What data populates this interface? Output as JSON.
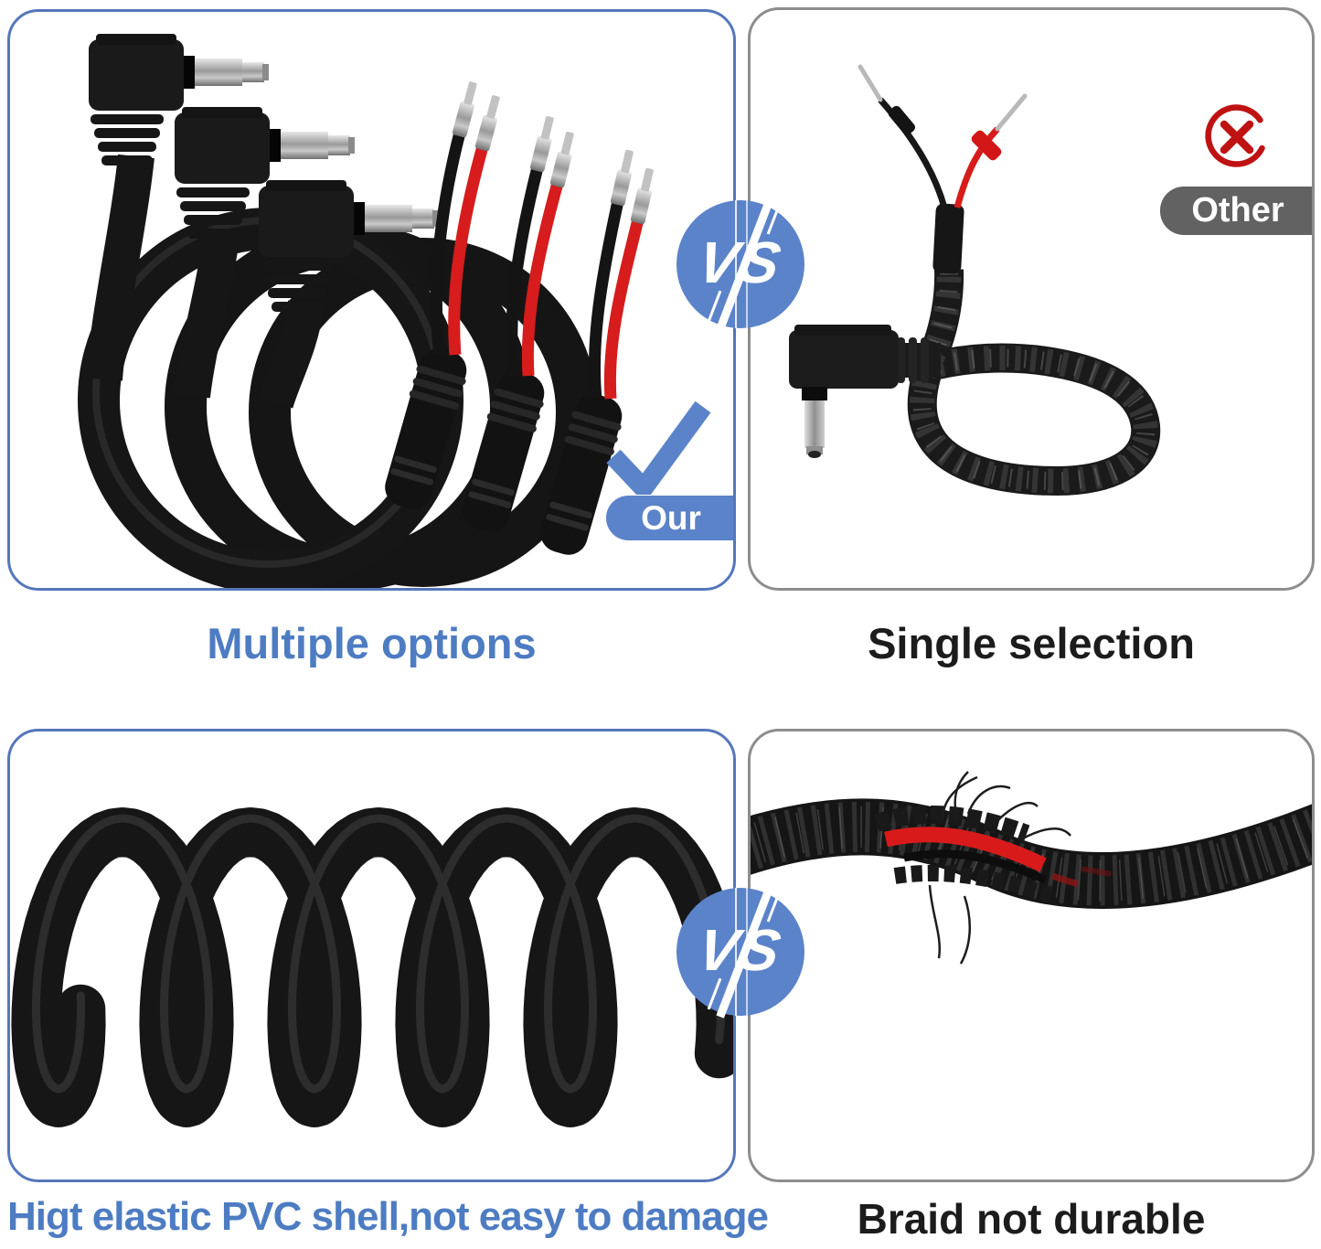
{
  "badges": {
    "vs_label": "VS"
  },
  "panels": {
    "top_left": {
      "caption": "Multiple options",
      "tag_label": "Our"
    },
    "top_right": {
      "caption": "Single selection",
      "tag_label": "Other"
    },
    "bottom_left": {
      "caption": "Higt elastic PVC shell,not easy to damage"
    },
    "bottom_right": {
      "caption": "Braid not durable"
    }
  },
  "icons": {
    "check_icon": "✓",
    "cross_icon": "✕"
  },
  "colors": {
    "accent_blue": "#5b83c9",
    "panel_border_blue": "#5577bb",
    "panel_border_gray": "#8d8d8d",
    "caption_blue": "#4d7cc2",
    "caption_black": "#1c1c1c",
    "pill_gray": "#626262",
    "cross_red": "#bf1212",
    "wire_red": "#d61c1c",
    "cable_black": "#161616"
  }
}
